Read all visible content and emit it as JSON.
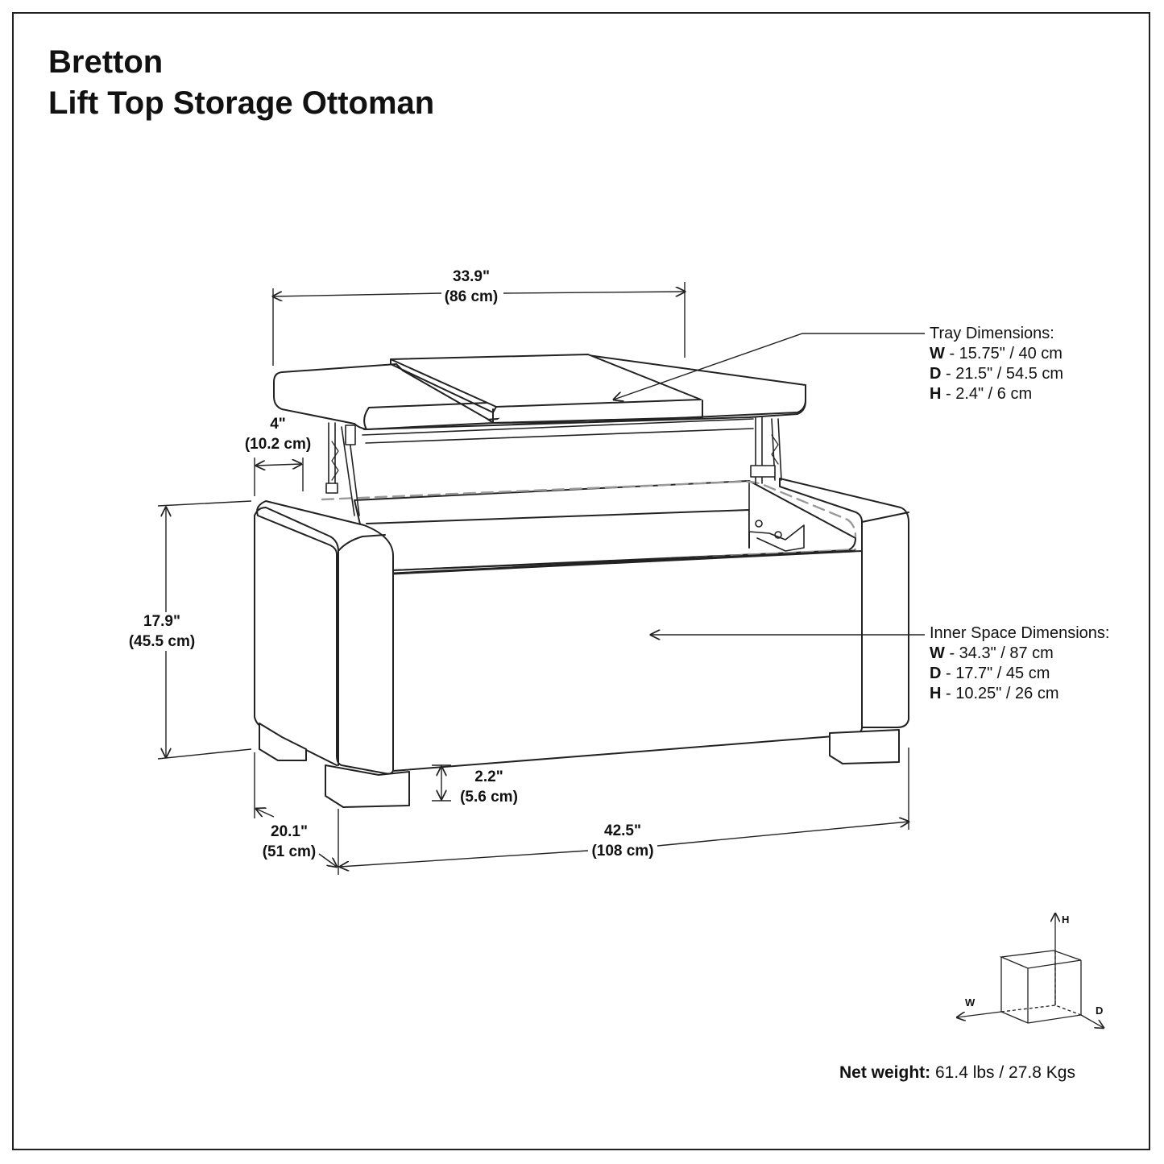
{
  "title": {
    "line1": "Bretton",
    "line2": "Lift Top Storage Ottoman"
  },
  "dimensions": {
    "top_width": {
      "in": "33.9\"",
      "cm": "(86 cm)"
    },
    "lift_height": {
      "in": "4\"",
      "cm": "(10.2 cm)"
    },
    "height": {
      "in": "17.9\"",
      "cm": "(45.5 cm)"
    },
    "leg_height": {
      "in": "2.2\"",
      "cm": "(5.6 cm)"
    },
    "depth": {
      "in": "20.1\"",
      "cm": "(51 cm)"
    },
    "width": {
      "in": "42.5\"",
      "cm": "(108 cm)"
    }
  },
  "tray": {
    "heading": "Tray Dimensions:",
    "w_key": "W",
    "w_val": " - 15.75\" / 40 cm",
    "d_key": "D",
    "d_val": " - 21.5\" / 54.5 cm",
    "h_key": "H",
    "h_val": " - 2.4\" / 6 cm"
  },
  "inner": {
    "heading": "Inner Space Dimensions:",
    "w_key": "W",
    "w_val": " - 34.3\" / 87 cm",
    "d_key": "D",
    "d_val": " - 17.7\" / 45 cm",
    "h_key": "H",
    "h_val": " - 10.25\" / 26 cm"
  },
  "axes": {
    "h": "H",
    "w": "W",
    "d": "D"
  },
  "weight": {
    "label": "Net weight:",
    "value": " 61.4 lbs / 27.8 Kgs"
  },
  "colors": {
    "line": "#222222",
    "dashed": "#9a9a9a"
  }
}
